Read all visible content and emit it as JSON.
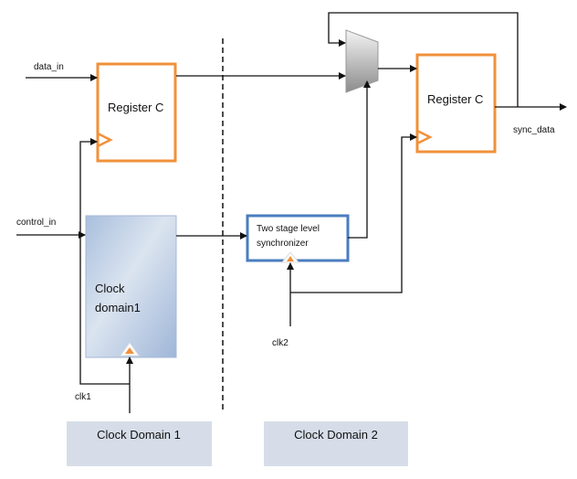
{
  "diagram": {
    "inputs": {
      "data_in": "data_in",
      "control_in": "control_in",
      "clk1": "clk1",
      "clk2": "clk2"
    },
    "outputs": {
      "sync_data": "sync_data"
    },
    "blocks": {
      "register_left": "Register C",
      "register_right": "Register C",
      "clock_domain1_line1": "Clock",
      "clock_domain1_line2": "domain1",
      "synchronizer_line1": "Two stage level",
      "synchronizer_line2": "synchronizer",
      "mux": "multiplexer"
    },
    "domain_labels": {
      "domain1": "Clock Domain 1",
      "domain2": "Clock Domain 2"
    },
    "colors": {
      "register_border": "#f0913a",
      "synchronizer_border": "#4a7dbf",
      "clock_domain_fill": "#b9cbe3",
      "domain_label_fill": "#d6dde8",
      "wire": "#111111"
    }
  }
}
